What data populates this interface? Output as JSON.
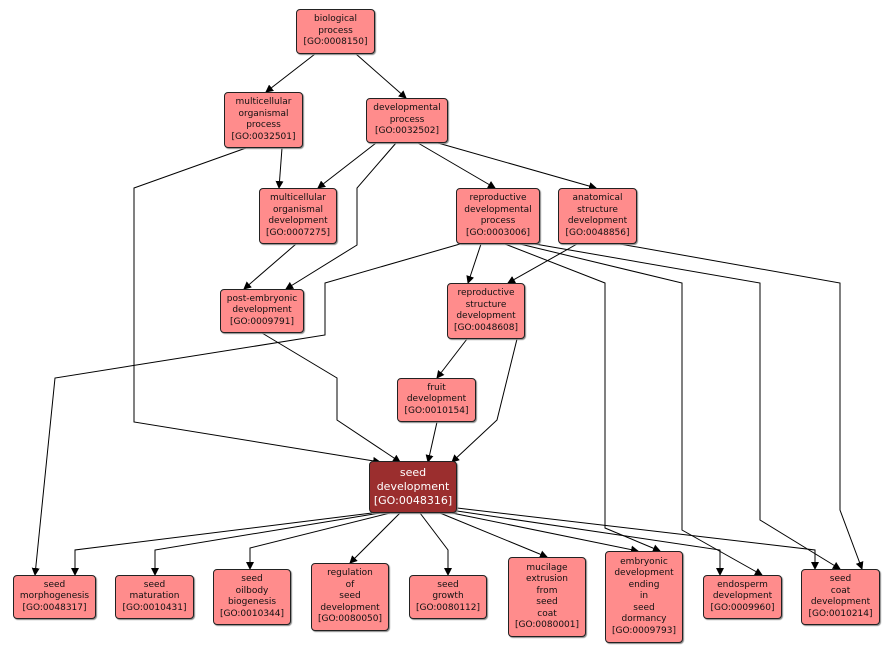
{
  "colors": {
    "term": "#ff8c8c",
    "focus": "#9b2e2e"
  },
  "nodes": {
    "bp": {
      "lines": [
        "biological",
        "process"
      ],
      "id": "[GO:0008150]"
    },
    "mop": {
      "lines": [
        "multicellular",
        "organismal",
        "process"
      ],
      "id": "[GO:0032501]"
    },
    "dp": {
      "lines": [
        "developmental",
        "process"
      ],
      "id": "[GO:0032502]"
    },
    "mod": {
      "lines": [
        "multicellular",
        "organismal",
        "development"
      ],
      "id": "[GO:0007275]"
    },
    "rdp": {
      "lines": [
        "reproductive",
        "developmental",
        "process"
      ],
      "id": "[GO:0003006]"
    },
    "asd": {
      "lines": [
        "anatomical",
        "structure",
        "development"
      ],
      "id": "[GO:0048856]"
    },
    "ped": {
      "lines": [
        "post-embryonic",
        "development"
      ],
      "id": "[GO:0009791]"
    },
    "rsd": {
      "lines": [
        "reproductive",
        "structure",
        "development"
      ],
      "id": "[GO:0048608]"
    },
    "fd": {
      "lines": [
        "fruit",
        "development"
      ],
      "id": "[GO:0010154]"
    },
    "sd": {
      "lines": [
        "seed",
        "development"
      ],
      "id": "[GO:0048316]"
    },
    "sm": {
      "lines": [
        "seed",
        "morphogenesis"
      ],
      "id": "[GO:0048317]"
    },
    "smat": {
      "lines": [
        "seed",
        "maturation"
      ],
      "id": "[GO:0010431]"
    },
    "sob": {
      "lines": [
        "seed",
        "oilbody",
        "biogenesis"
      ],
      "id": "[GO:0010344]"
    },
    "rsdv": {
      "lines": [
        "regulation",
        "of",
        "seed",
        "development"
      ],
      "id": "[GO:0080050]"
    },
    "sg": {
      "lines": [
        "seed",
        "growth"
      ],
      "id": "[GO:0080112]"
    },
    "mec": {
      "lines": [
        "mucilage",
        "extrusion",
        "from",
        "seed",
        "coat"
      ],
      "id": "[GO:0080001]"
    },
    "edd": {
      "lines": [
        "embryonic",
        "development",
        "ending",
        "in",
        "seed",
        "dormancy"
      ],
      "id": "[GO:0009793]"
    },
    "end": {
      "lines": [
        "endosperm",
        "development"
      ],
      "id": "[GO:0009960]"
    },
    "scd": {
      "lines": [
        "seed",
        "coat",
        "development"
      ],
      "id": "[GO:0010214]"
    }
  }
}
